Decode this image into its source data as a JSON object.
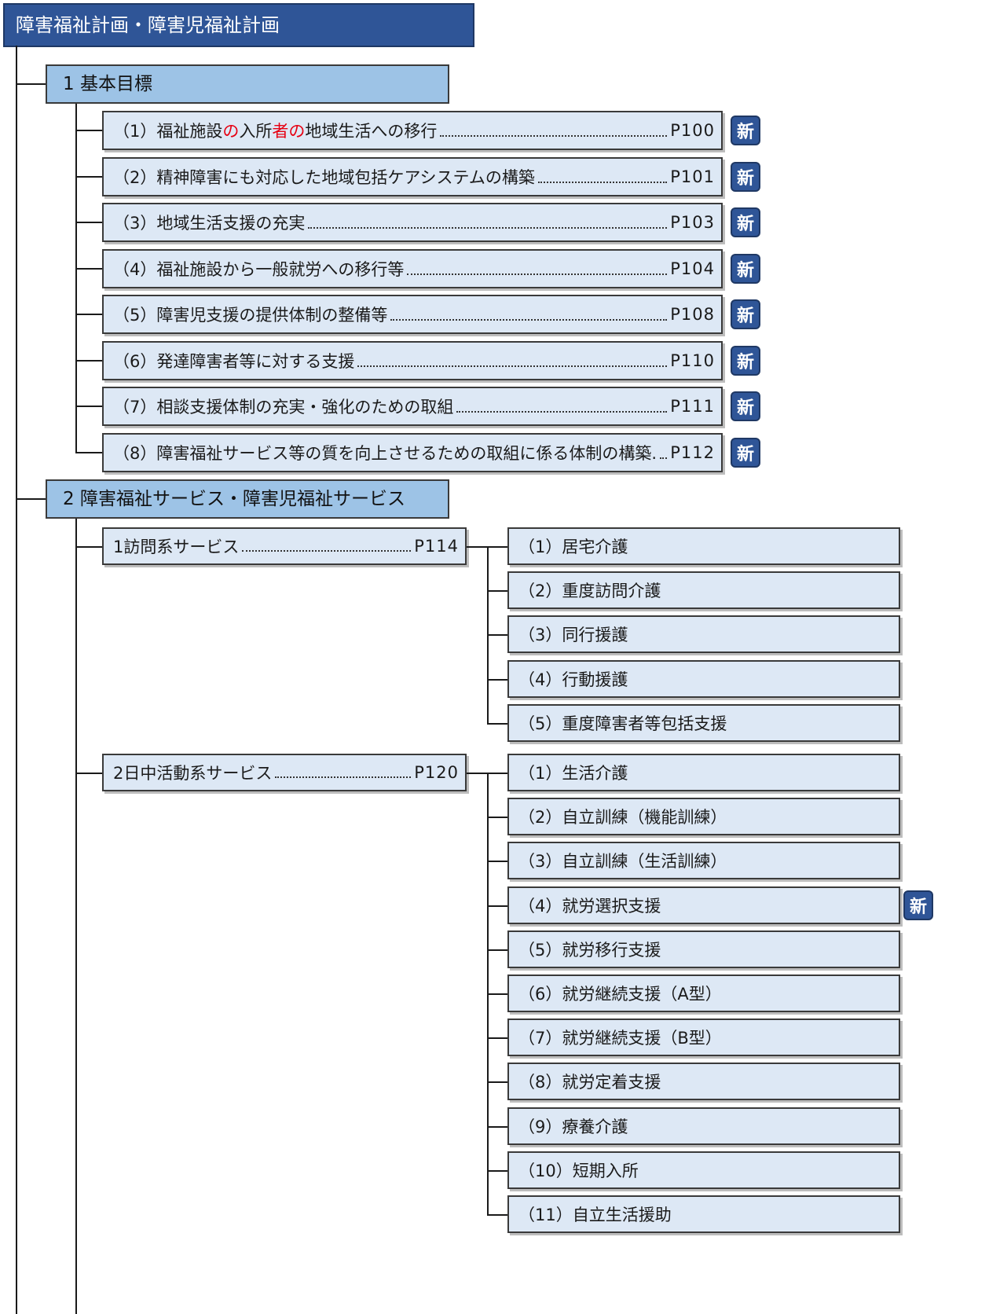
{
  "header": {
    "title": "障害福祉計画・障害児福祉計画"
  },
  "section1": {
    "title": "1  基本目標",
    "items": [
      {
        "num": "（1）",
        "label_parts": [
          {
            "text": "福祉施設",
            "red": false
          },
          {
            "text": "の",
            "red": true
          },
          {
            "text": "入所",
            "red": false
          },
          {
            "text": "者の",
            "red": true
          },
          {
            "text": "地域生活への移行",
            "red": false
          }
        ],
        "page": "P100",
        "badge": "新"
      },
      {
        "num": "（2）",
        "label": "精神障害にも対応した地域包括ケアシステムの構築",
        "page": "P101",
        "badge": "新"
      },
      {
        "num": "（3）",
        "label": "地域生活支援の充実",
        "page": "P103",
        "badge": "新"
      },
      {
        "num": "（4）",
        "label": "福祉施設から一般就労への移行等",
        "page": "P104",
        "badge": "新"
      },
      {
        "num": "（5）",
        "label": "障害児支援の提供体制の整備等",
        "page": "P108",
        "badge": "新"
      },
      {
        "num": "（6）",
        "label": "発達障害者等に対する支援",
        "page": "P110",
        "badge": "新"
      },
      {
        "num": "（7）",
        "label": "相談支援体制の充実・強化のための取組",
        "page": "P111",
        "badge": "新"
      },
      {
        "num": "（8）",
        "label": "障害福祉サービス等の質を向上させるための取組に係る体制の構築.",
        "page": "P112",
        "badge": "新"
      }
    ]
  },
  "section2": {
    "title": "2  障害福祉サービス・障害児福祉サービス",
    "groups": [
      {
        "label": "1訪問系サービス",
        "page": "P114",
        "items": [
          {
            "text": "（1）居宅介護"
          },
          {
            "text": "（2）重度訪問介護"
          },
          {
            "text": "（3）同行援護"
          },
          {
            "text": "（4）行動援護"
          },
          {
            "text": "（5）重度障害者等包括支援"
          }
        ]
      },
      {
        "label": "2日中活動系サービス",
        "page": "P120",
        "items": [
          {
            "text": "（1）生活介護"
          },
          {
            "text": "（2）自立訓練（機能訓練）"
          },
          {
            "text": "（3）自立訓練（生活訓練）"
          },
          {
            "text": "（4）就労選択支援",
            "badge": "新"
          },
          {
            "text": "（5）就労移行支援"
          },
          {
            "text": "（6）就労継続支援（A型）"
          },
          {
            "text": "（7）就労継続支援（B型）"
          },
          {
            "text": "（8）就労定着支援"
          },
          {
            "text": "（9）療養介護"
          },
          {
            "text": "（10）短期入所"
          },
          {
            "text": "（11）自立生活援助"
          }
        ]
      }
    ]
  },
  "colors": {
    "header_bg": "#2f5597",
    "section_bg": "#9dc3e6",
    "item_bg": "#dde8f5",
    "badge_bg": "#2f5597",
    "highlight": "#e60012"
  }
}
